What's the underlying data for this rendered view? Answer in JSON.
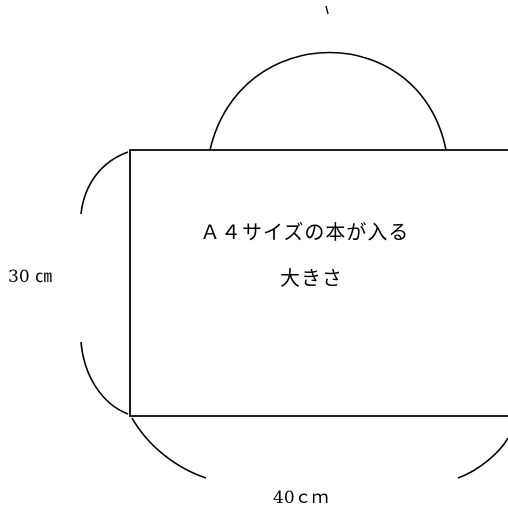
{
  "diagram": {
    "caption_line_1": "Ａ４サイズの本が入る",
    "caption_line_2": "大きさ",
    "height_label": "30 ㎝",
    "width_label": "40ｃｍ",
    "colors": {
      "stroke": "#000000",
      "background": "#ffffff"
    }
  }
}
